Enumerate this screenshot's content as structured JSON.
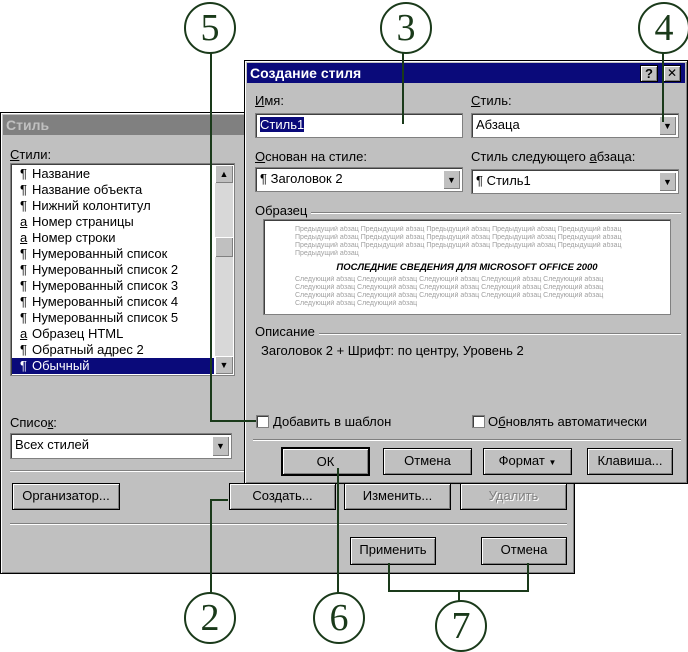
{
  "style_dialog": {
    "title": "Стиль",
    "styles_label": "Стили:",
    "styles": [
      {
        "glyph": "¶",
        "name": "Название"
      },
      {
        "glyph": "¶",
        "name": "Название объекта"
      },
      {
        "glyph": "¶",
        "name": "Нижний колонтитул"
      },
      {
        "glyph": "a",
        "name": "Номер страницы"
      },
      {
        "glyph": "a",
        "name": "Номер строки"
      },
      {
        "glyph": "¶",
        "name": "Нумерованный список"
      },
      {
        "glyph": "¶",
        "name": "Нумерованный список 2"
      },
      {
        "glyph": "¶",
        "name": "Нумерованный список 3"
      },
      {
        "glyph": "¶",
        "name": "Нумерованный список 4"
      },
      {
        "glyph": "¶",
        "name": "Нумерованный список 5"
      },
      {
        "glyph": "a",
        "name": "Образец HTML"
      },
      {
        "glyph": "¶",
        "name": "Обратный адрес 2"
      },
      {
        "glyph": "¶",
        "name": "Обычный"
      }
    ],
    "list_label": "Список:",
    "list_value": "Всех стилей",
    "organizer_label": "Организатор...",
    "create_label": "Создать...",
    "modify_label": "Изменить...",
    "delete_label": "Удалить",
    "apply_label": "Применить",
    "cancel_label": "Отмена"
  },
  "new_style_dialog": {
    "title": "Создание стиля",
    "help_glyph": "?",
    "close_glyph": "✕",
    "name_label": "Имя:",
    "name_value": "Стиль1",
    "style_type_label": "Стиль:",
    "style_type_value": "Абзаца",
    "based_on_label": "Основан на стиле:",
    "based_on_value": "¶ Заголовок 2",
    "next_style_label": "Стиль следующего абзаца:",
    "next_style_value": "¶ Стиль1",
    "sample_label": "Образец",
    "sample_ghost_prev": "Предыдущий абзац Предыдущий абзац Предыдущий абзац Предыдущий абзац Предыдущий абзац",
    "sample_ghost_prev_short": "Предыдущий абзац",
    "sample_heading": "ПОСЛЕДНИЕ СВЕДЕНИЯ ДЛЯ MICROSOFT OFFICE 2000",
    "sample_ghost_next": "Следующий абзац Следующий абзац Следующий абзац Следующий абзац Следующий абзац",
    "sample_ghost_next_short": "Следующий абзац Следующий абзац",
    "description_label": "Описание",
    "description_value": "Заголовок 2 + Шрифт: по центру, Уровень 2",
    "add_to_template_label": "Добавить в шаблон",
    "auto_update_label": "Обновлять автоматически",
    "ok_label": "ОК",
    "cancel_label": "Отмена",
    "format_label": "Формат",
    "shortcut_label": "Клавиша..."
  },
  "callouts": {
    "c2": "2",
    "c3": "3",
    "c4": "4",
    "c5": "5",
    "c6": "6",
    "c7": "7"
  }
}
